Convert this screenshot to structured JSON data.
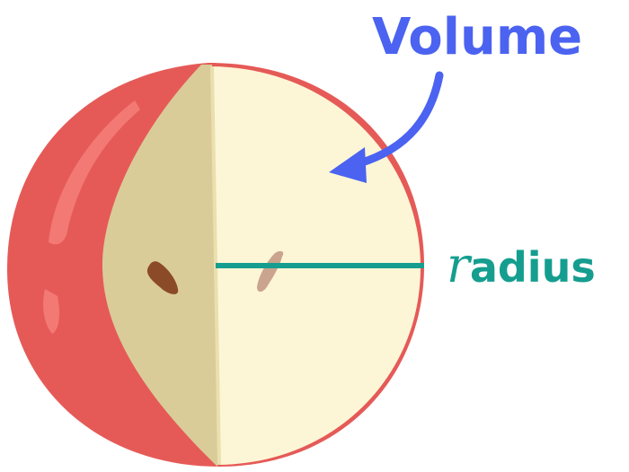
{
  "labels": {
    "volume": "Volume",
    "radius_variable": "r",
    "radius_rest": "adius"
  },
  "colors": {
    "volume_label": "#4b63f0",
    "radius_label": "#159e8f",
    "apple_skin": "#e55a57",
    "apple_highlight": "#f47c78",
    "flesh_cut_face": "#fdf6d6",
    "flesh_side": "#d9cc99",
    "seed_dark": "#8b4a28",
    "seed_light": "#caa48e"
  },
  "icons": {
    "object": "apple-half-icon",
    "arrow": "curved-arrow-icon"
  }
}
